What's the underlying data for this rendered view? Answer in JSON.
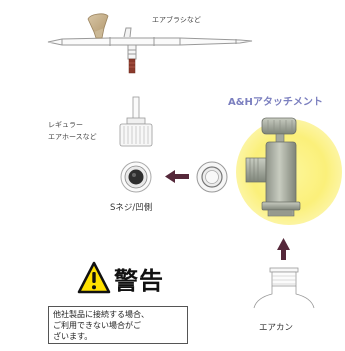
{
  "labels": {
    "airbrush": "エアブラシなど",
    "product": "A&Hアタッチメント",
    "regulator": "レギュラー\nエアホースなど",
    "female_thread": "Sネジ/凹側",
    "air_can": "エアカン"
  },
  "warning": {
    "title": "警告",
    "text": "他社製品に接続する場合、\nご利用できない場合がご\nざいます。"
  }
}
